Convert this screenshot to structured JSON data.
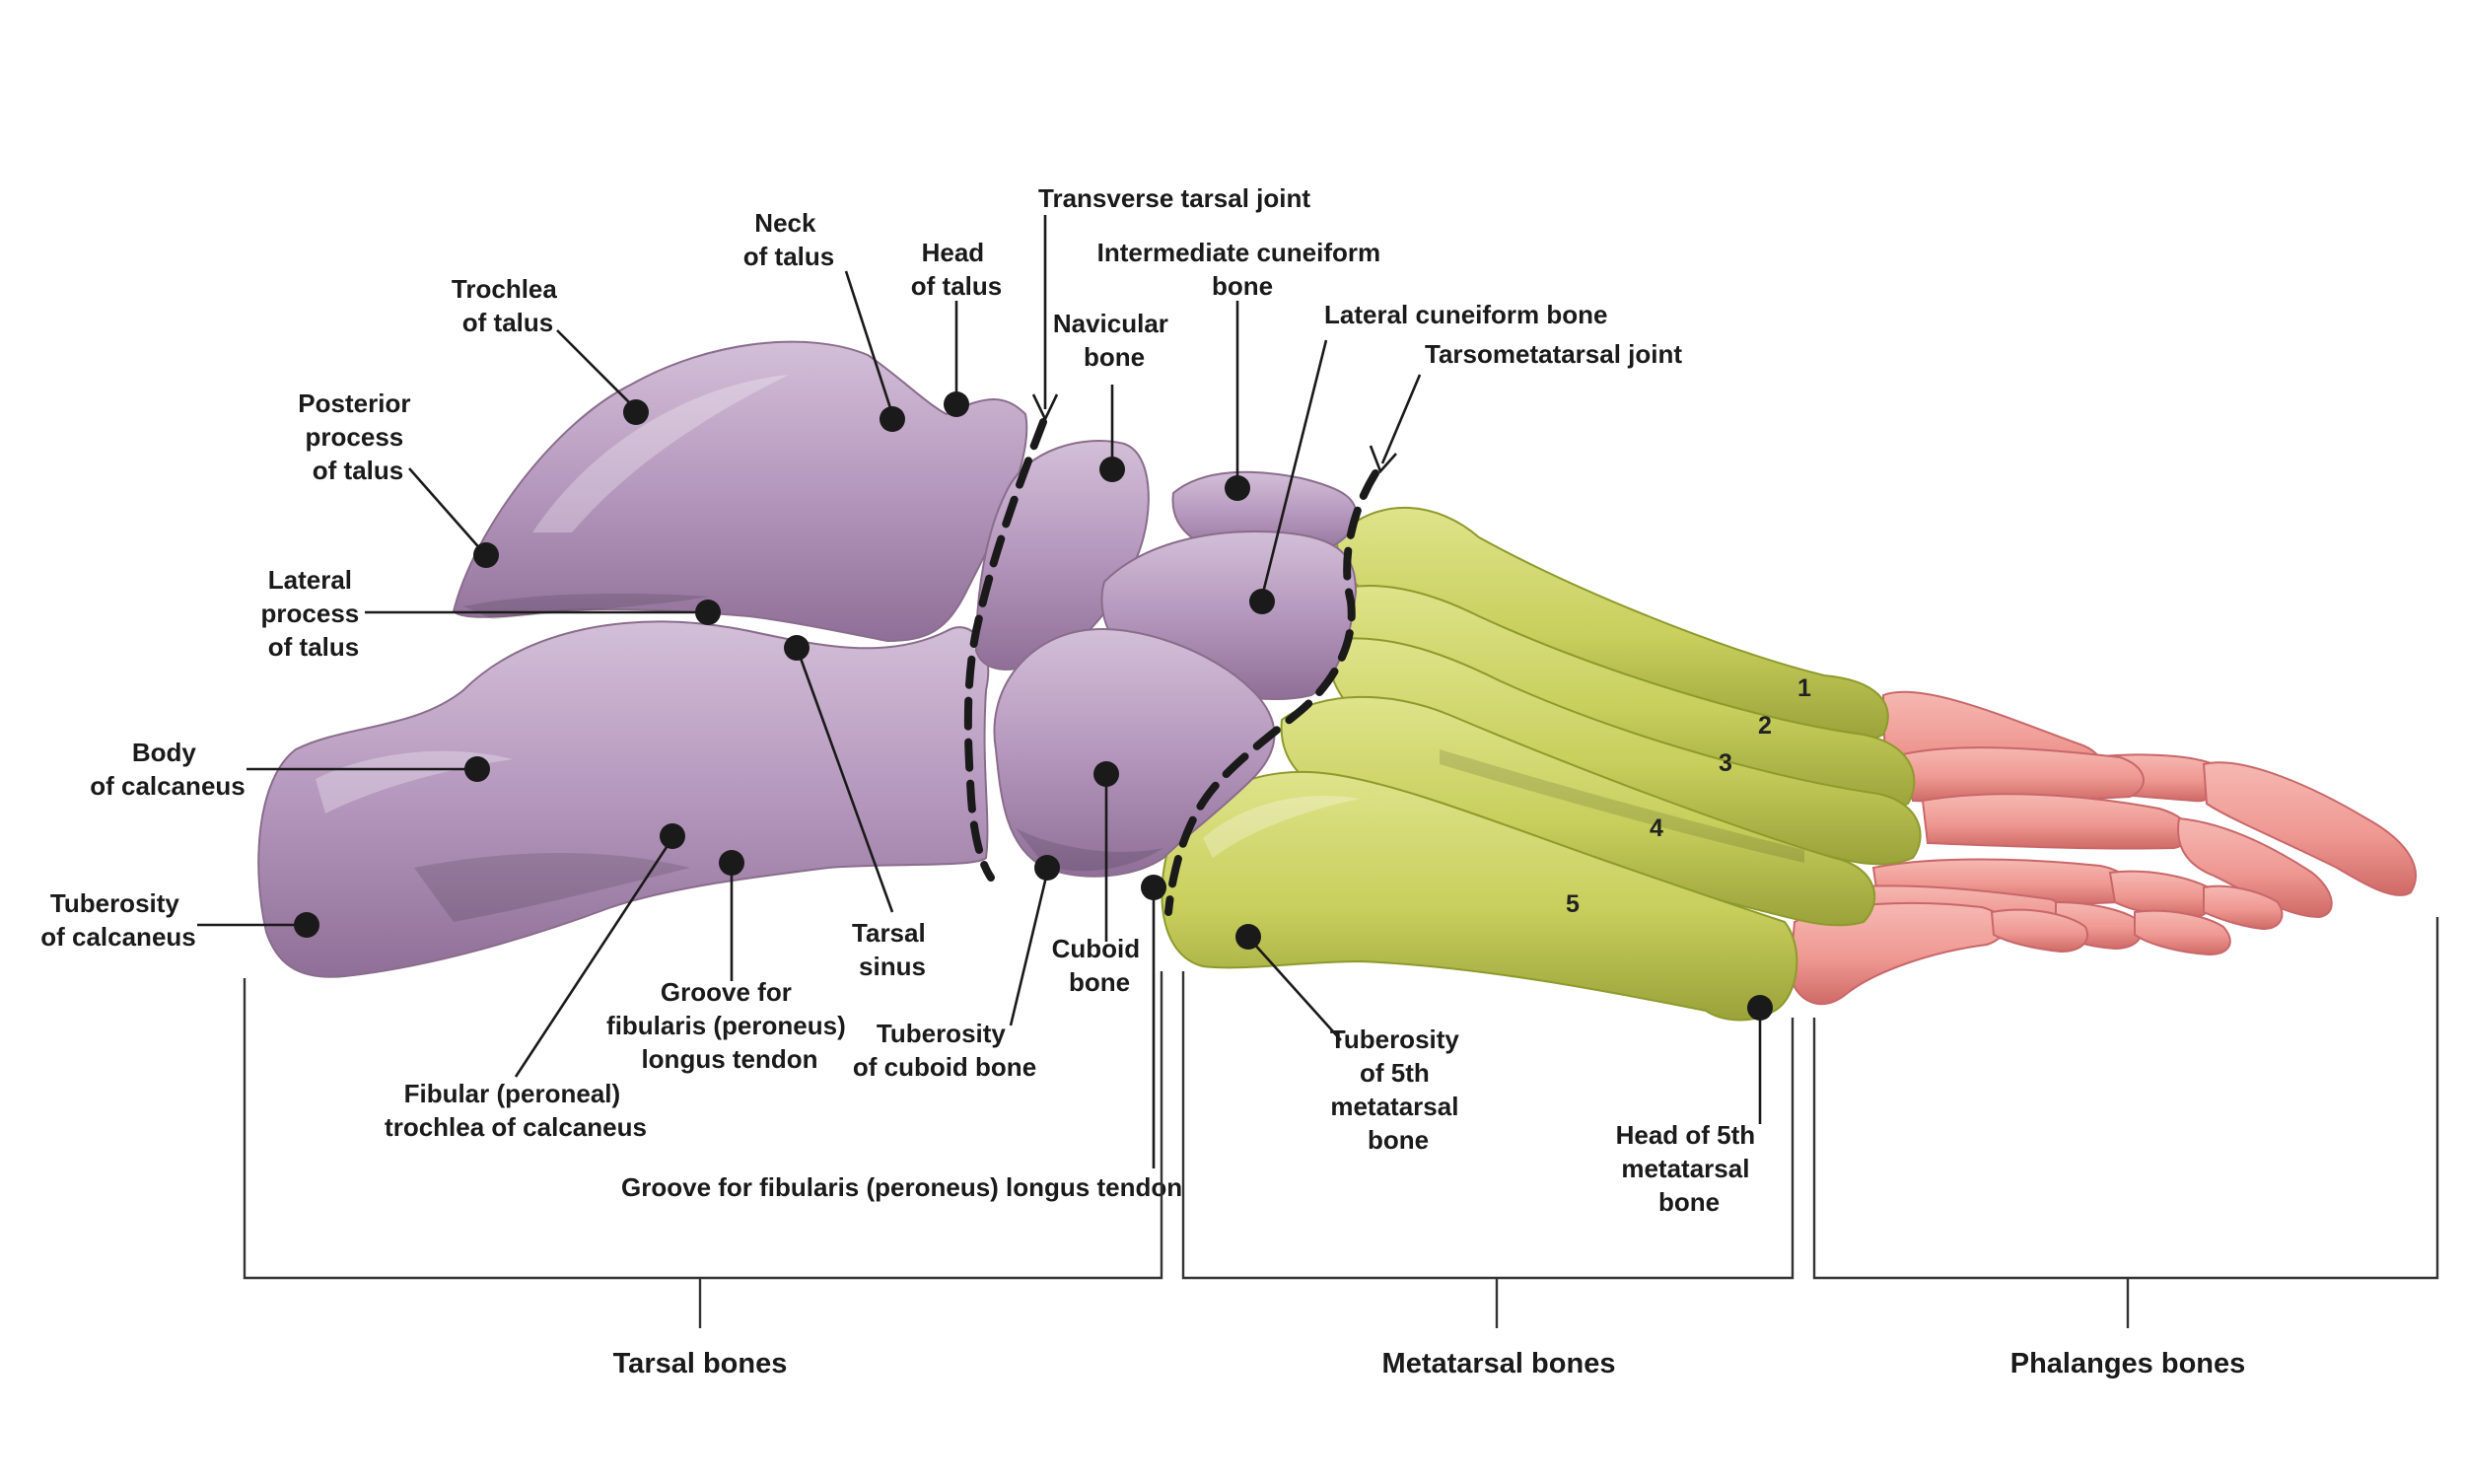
{
  "colors": {
    "tarsal_fill": "#b597bd",
    "tarsal_dark": "#8f6f97",
    "metatarsal_fill": "#c8cf5c",
    "metatarsal_dark": "#9aa23a",
    "phalanx_fill": "#ef9892",
    "phalanx_dark": "#cf6a66"
  },
  "labels": {
    "trochlea_talus": [
      "Trochlea",
      "of talus"
    ],
    "neck_talus": [
      "Neck",
      "of talus"
    ],
    "head_talus": [
      "Head",
      "of talus"
    ],
    "transverse_tarsal_joint": [
      "Transverse tarsal joint"
    ],
    "intermediate_cuneiform": [
      "Intermediate cuneiform",
      "bone"
    ],
    "navicular": [
      "Navicular",
      "bone"
    ],
    "lateral_cuneiform": [
      "Lateral cuneiform bone"
    ],
    "tarsometatarsal_joint": [
      "Tarsometatarsal joint"
    ],
    "posterior_process_talus": [
      "Posterior",
      "process",
      "of talus"
    ],
    "lateral_process_talus": [
      "Lateral",
      "process",
      "of talus"
    ],
    "body_calcaneus": [
      "Body",
      "of calcaneus"
    ],
    "tuberosity_calcaneus": [
      "Tuberosity",
      "of calcaneus"
    ],
    "tarsal_sinus": [
      "Tarsal",
      "sinus"
    ],
    "cuboid": [
      "Cuboid",
      "bone"
    ],
    "groove_fibularis": [
      "Groove for",
      "fibularis (peroneus)",
      "longus tendon"
    ],
    "tuberosity_cuboid": [
      "Tuberosity",
      "of cuboid bone"
    ],
    "fibular_trochlea": [
      "Fibular (peroneal)",
      "trochlea of calcaneus"
    ],
    "groove_fibularis_long": [
      "Groove for fibularis (peroneus) longus tendon"
    ],
    "tuberosity_5th_metatarsal": [
      "Tuberosity",
      "of 5th",
      "metatarsal",
      "bone"
    ],
    "head_5th_metatarsal": [
      "Head of 5th",
      "metatarsal",
      "bone"
    ]
  },
  "metatarsal_numbers": [
    "1",
    "2",
    "3",
    "4",
    "5"
  ],
  "groups": {
    "tarsal": "Tarsal bones",
    "metatarsal": "Metatarsal bones",
    "phalanges": "Phalanges bones"
  }
}
